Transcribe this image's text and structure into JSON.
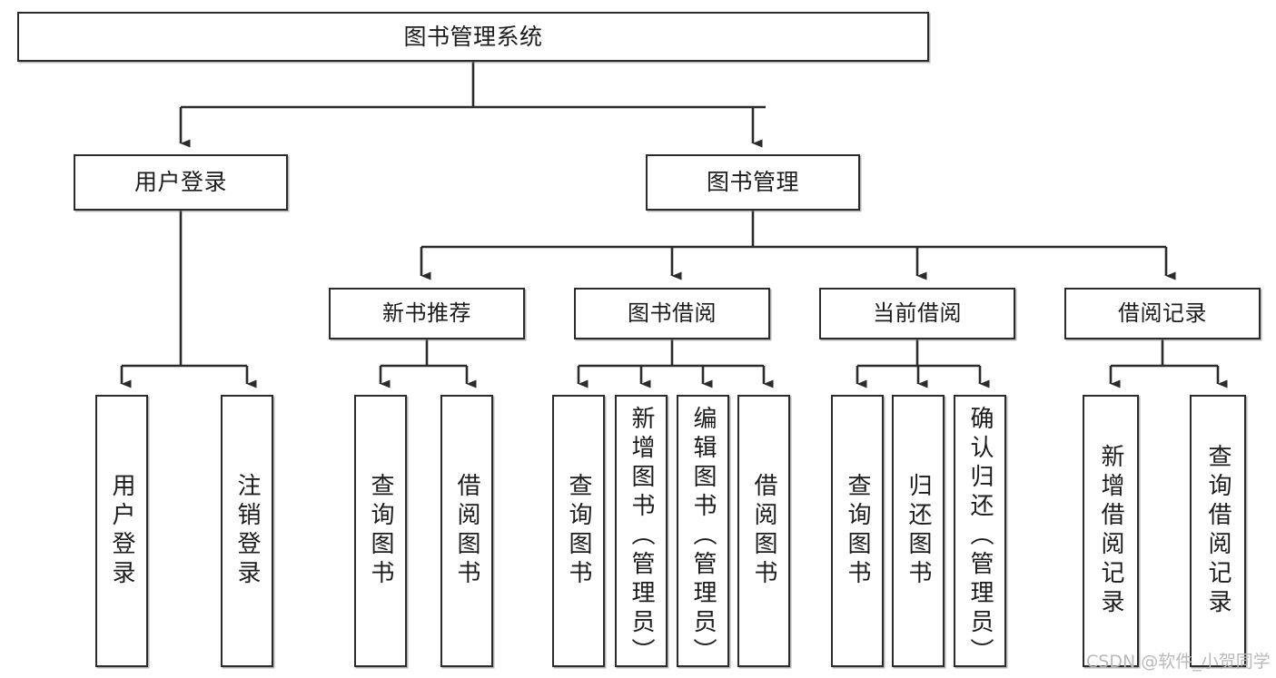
{
  "diagram": {
    "title": "图书管理系统",
    "watermark": "CSDN @软件_小贺同学",
    "colors": {
      "box_border": "#2b2b2b",
      "box_fill": "#ffffff",
      "line": "#2b2b2b",
      "text": "#1c1c1c",
      "watermark": "#b9b9b9",
      "background": "#ffffff"
    },
    "type": "tree-hierarchy",
    "levels": 4,
    "nodes": {
      "root": {
        "label": "图书管理系统",
        "level": 1
      },
      "user_login": {
        "label": "用户登录",
        "level": 2
      },
      "book_manage": {
        "label": "图书管理",
        "level": 2
      },
      "new_book_rec": {
        "label": "新书推荐",
        "level": 3
      },
      "book_borrow": {
        "label": "图书借阅",
        "level": 3
      },
      "current_borrow": {
        "label": "当前借阅",
        "level": 3
      },
      "borrow_record": {
        "label": "借阅记录",
        "level": 3
      },
      "leaf_user_login": {
        "label": "用户登录",
        "level": 4
      },
      "leaf_logout": {
        "label": "注销登录",
        "level": 4
      },
      "leaf_query_book_1": {
        "label": "查询图书",
        "level": 4
      },
      "leaf_borrow_book_1": {
        "label": "借阅图书",
        "level": 4
      },
      "leaf_query_book_2": {
        "label": "查询图书",
        "level": 4
      },
      "leaf_add_book": {
        "label": "新增图书（管理员）",
        "level": 4
      },
      "leaf_edit_book": {
        "label": "编辑图书（管理员）",
        "level": 4
      },
      "leaf_borrow_book_2": {
        "label": "借阅图书",
        "level": 4
      },
      "leaf_query_book_3": {
        "label": "查询图书",
        "level": 4
      },
      "leaf_return_book": {
        "label": "归还图书",
        "level": 4
      },
      "leaf_confirm_return": {
        "label": "确认归还（管理员）",
        "level": 4
      },
      "leaf_add_record": {
        "label": "新增借阅记录",
        "level": 4
      },
      "leaf_query_record": {
        "label": "查询借阅记录",
        "level": 4
      }
    },
    "edges": [
      {
        "from": "root",
        "to": "user_login"
      },
      {
        "from": "root",
        "to": "book_manage"
      },
      {
        "from": "user_login",
        "to": "leaf_user_login"
      },
      {
        "from": "user_login",
        "to": "leaf_logout"
      },
      {
        "from": "book_manage",
        "to": "new_book_rec"
      },
      {
        "from": "book_manage",
        "to": "book_borrow"
      },
      {
        "from": "book_manage",
        "to": "current_borrow"
      },
      {
        "from": "book_manage",
        "to": "borrow_record"
      },
      {
        "from": "new_book_rec",
        "to": "leaf_query_book_1"
      },
      {
        "from": "new_book_rec",
        "to": "leaf_borrow_book_1"
      },
      {
        "from": "book_borrow",
        "to": "leaf_query_book_2"
      },
      {
        "from": "book_borrow",
        "to": "leaf_add_book"
      },
      {
        "from": "book_borrow",
        "to": "leaf_edit_book"
      },
      {
        "from": "book_borrow",
        "to": "leaf_borrow_book_2"
      },
      {
        "from": "current_borrow",
        "to": "leaf_query_book_3"
      },
      {
        "from": "current_borrow",
        "to": "leaf_return_book"
      },
      {
        "from": "current_borrow",
        "to": "leaf_confirm_return"
      },
      {
        "from": "borrow_record",
        "to": "leaf_add_record"
      },
      {
        "from": "borrow_record",
        "to": "leaf_query_record"
      }
    ]
  }
}
